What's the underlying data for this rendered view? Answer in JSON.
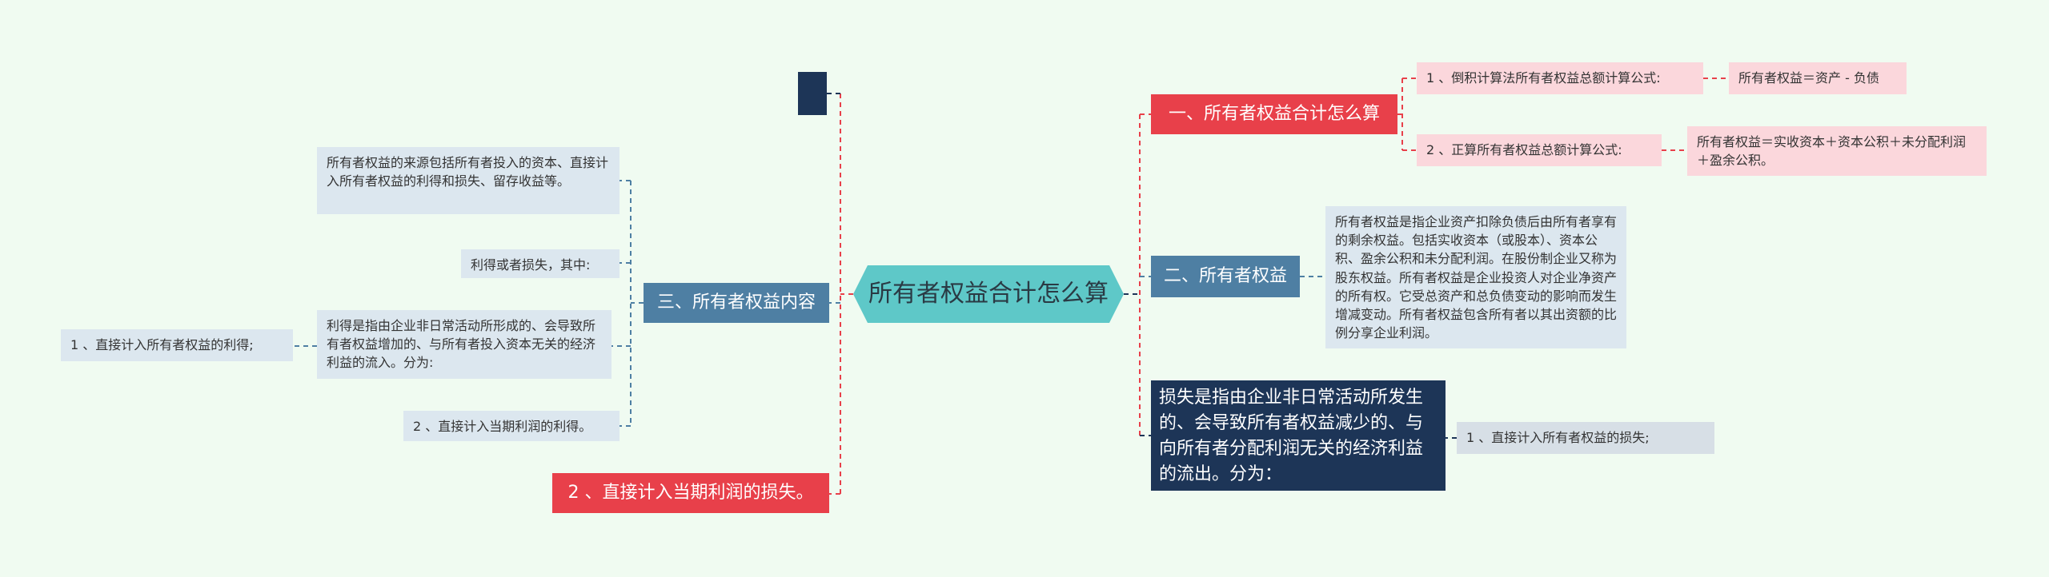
{
  "root": {
    "label": "所有者权益合计怎么算"
  },
  "right": {
    "n1": {
      "label": "一、所有者权益合计怎么算",
      "items": [
        {
          "label": "1 、倒积计算法所有者权益总额计算公式:",
          "detail": "所有者权益＝资产 - 负债"
        },
        {
          "label": "2 、正算所有者权益总额计算公式:",
          "detail": "所有者权益＝实收资本＋资本公积＋未分配利润＋盈余公积。"
        }
      ]
    },
    "n2": {
      "label": "二、所有者权益",
      "detail": "所有者权益是指企业资产扣除负债后由所有者享有的剩余权益。包括实收资本（或股本）、资本公积、盈余公积和未分配利润。在股份制企业又称为股东权益。所有者权益是企业投资人对企业净资产的所有权。它受总资产和总负债变动的影响而发生增减变动。所有者权益包含所有者以其出资额的比例分享企业利润。"
    },
    "n3": {
      "label": "损失是指由企业非日常活动所发生的、会导致所有者权益减少的、与向所有者分配利润无关的经济利益的流出。分为：",
      "child": "1 、直接计入所有者权益的损失;"
    }
  },
  "left": {
    "top_block": "",
    "n3": {
      "label": "三、所有者权益内容",
      "items": [
        "所有者权益的来源包括所有者投入的资本、直接计入所有者权益的利得和损失、留存收益等。",
        "利得或者损失，其中:",
        "利得是指由企业非日常活动所形成的、会导致所有者权益增加的、与所有者投入资本无关的经济利益的流入。分为:",
        "2 、直接计入当期利润的利得。"
      ],
      "sub": "1 、直接计入所有者权益的利得;"
    },
    "bottom": {
      "label": "2 、直接计入当期利润的损失。"
    }
  },
  "colors": {
    "background": "#f0fbf1",
    "root": "#5ec8c8",
    "red": "#e8404a",
    "steel": "#4e7fa3",
    "navy": "#1d3557",
    "pink_leaf": "#fbd7dc",
    "blue_leaf": "#dce7ef",
    "gray_leaf": "#d7dfe6"
  }
}
